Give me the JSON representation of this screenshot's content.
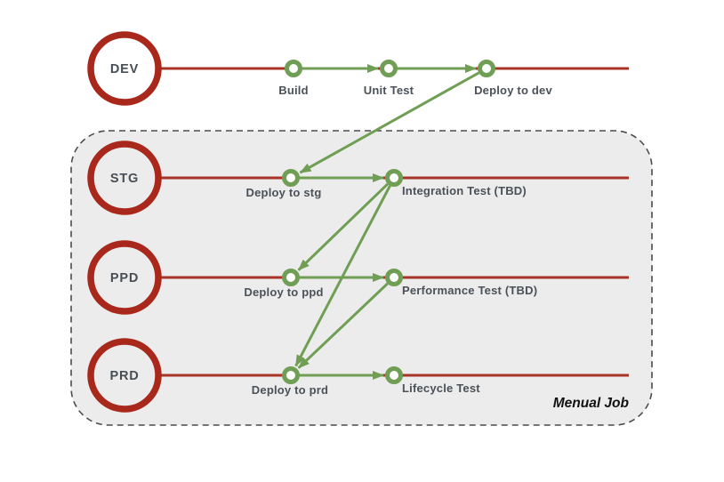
{
  "diagram": {
    "lanes": [
      {
        "env": "DEV",
        "jobs": [
          {
            "label": "Build"
          },
          {
            "label": "Unit Test"
          },
          {
            "label": "Deploy to dev"
          }
        ]
      },
      {
        "env": "STG",
        "jobs": [
          {
            "label": "Deploy to stg"
          },
          {
            "label": "Integration Test (TBD)"
          }
        ]
      },
      {
        "env": "PPD",
        "jobs": [
          {
            "label": "Deploy to ppd"
          },
          {
            "label": "Performance Test (TBD)"
          }
        ]
      },
      {
        "env": "PRD",
        "jobs": [
          {
            "label": "Deploy to prd"
          },
          {
            "label": "Lifecycle Test"
          }
        ]
      }
    ],
    "manual_group_label": "Menual Job",
    "colors": {
      "pipeline_line": "#a93327",
      "env_circle_border": "#a9281c",
      "job_node_and_arrow": "#6f9e54",
      "job_label_text": "#4a5158",
      "env_label_text": "#474e54",
      "group_box_fill": "#ececec",
      "group_box_border": "#4c4c4c",
      "group_label_text": "#111111",
      "background": "#ffffff"
    }
  }
}
